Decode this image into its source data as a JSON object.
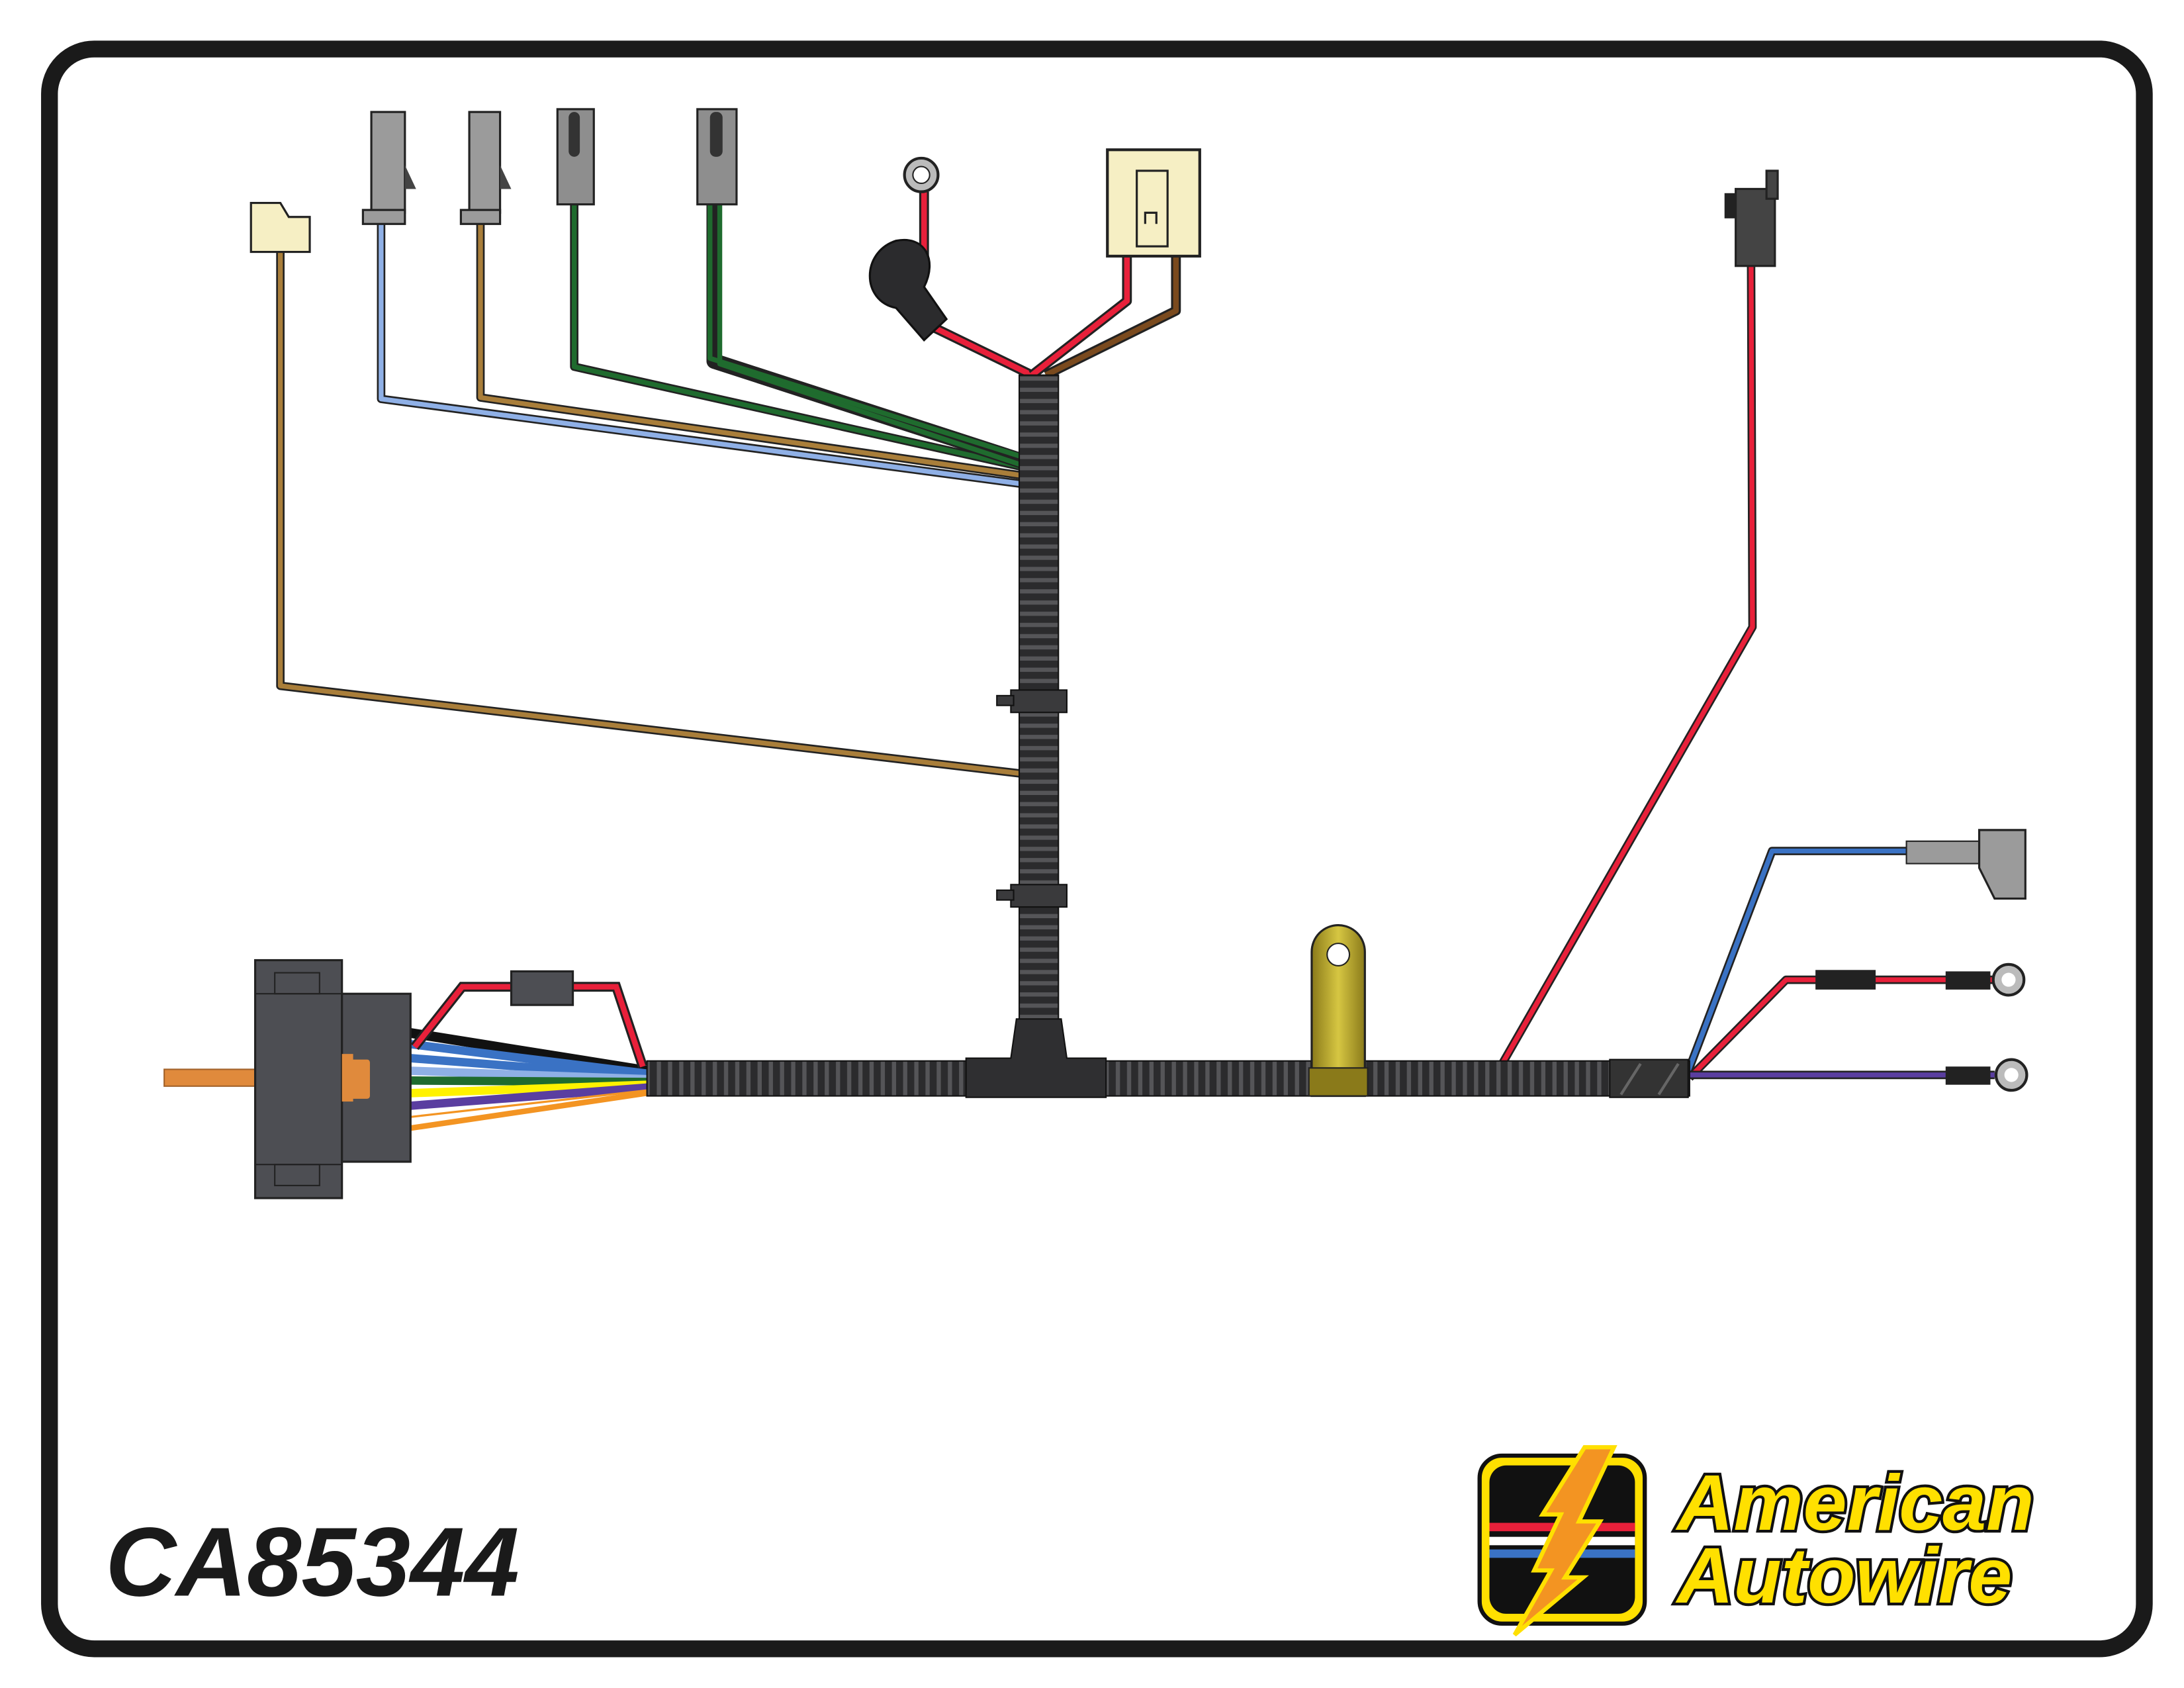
{
  "diagram": {
    "part_number": "CA85344",
    "logo": {
      "line1": "American",
      "line2": "Autowire"
    },
    "colors": {
      "frame": "#1a1a1a",
      "loom": "#2b2b2d",
      "connector_dark": "#4d4e53",
      "connector_gray": "#9b9b9b",
      "connector_cream": "#f6efc4",
      "bolt": "#e08a3c",
      "bracket": "#b3a12c",
      "red": "#e8203a",
      "brown": "#7a4a1e",
      "tan": "#a97e3a",
      "light_blue": "#8fb0e6",
      "green": "#1f6b2e",
      "blue": "#3a72c4",
      "purple": "#5a3ea0",
      "yellow": "#fff200",
      "orange": "#f39422",
      "logo_yellow": "#ffe000"
    }
  }
}
